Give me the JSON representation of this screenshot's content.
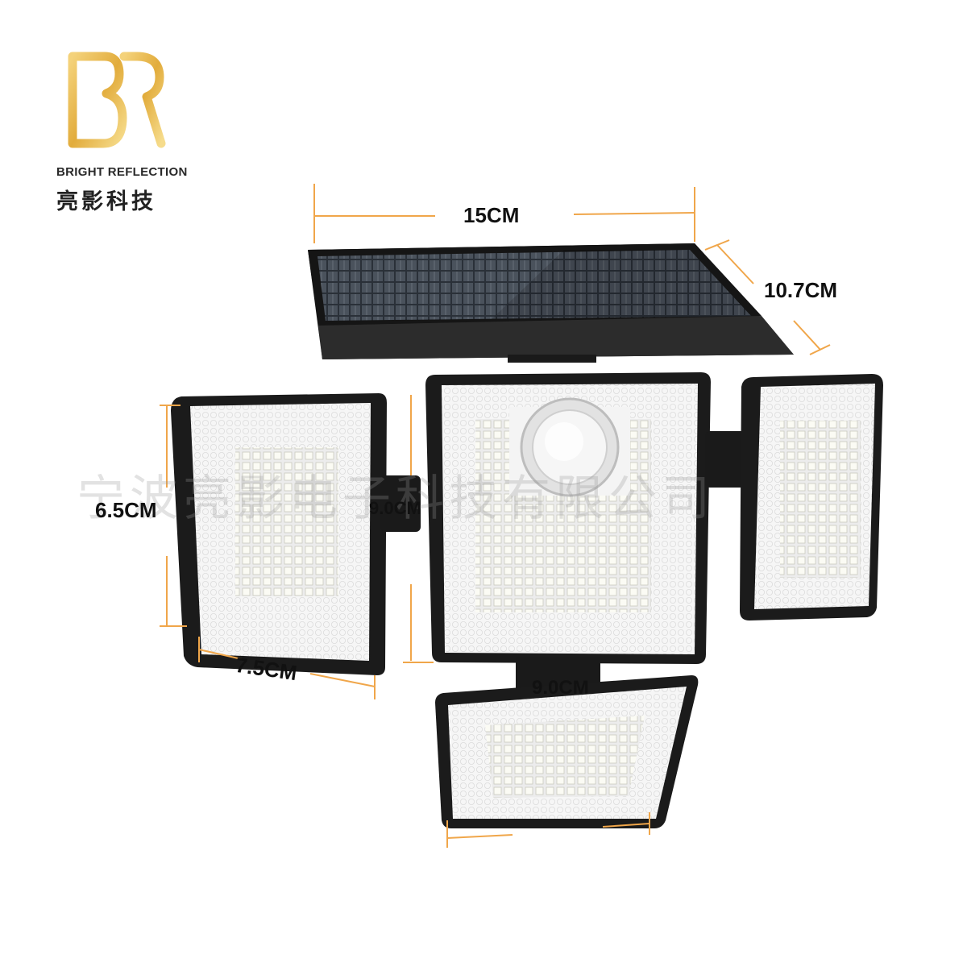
{
  "brand": {
    "logo_letters": "BR",
    "name_en": "BRIGHT REFLECTION",
    "name_cn": "亮影科技",
    "logo_color": "#e0b040"
  },
  "watermark": "宁波亮影电子科技有限公司",
  "dimensions": {
    "panel_width": "15CM",
    "panel_depth": "10.7CM",
    "side_height": "6.5CM",
    "center_height": "9.0CM",
    "side_width": "7.5CM",
    "bottom_width": "9.0CM"
  },
  "colors": {
    "dimension_line": "#f0a64a",
    "housing": "#1c1c1c",
    "led": "#f4f4ea"
  }
}
